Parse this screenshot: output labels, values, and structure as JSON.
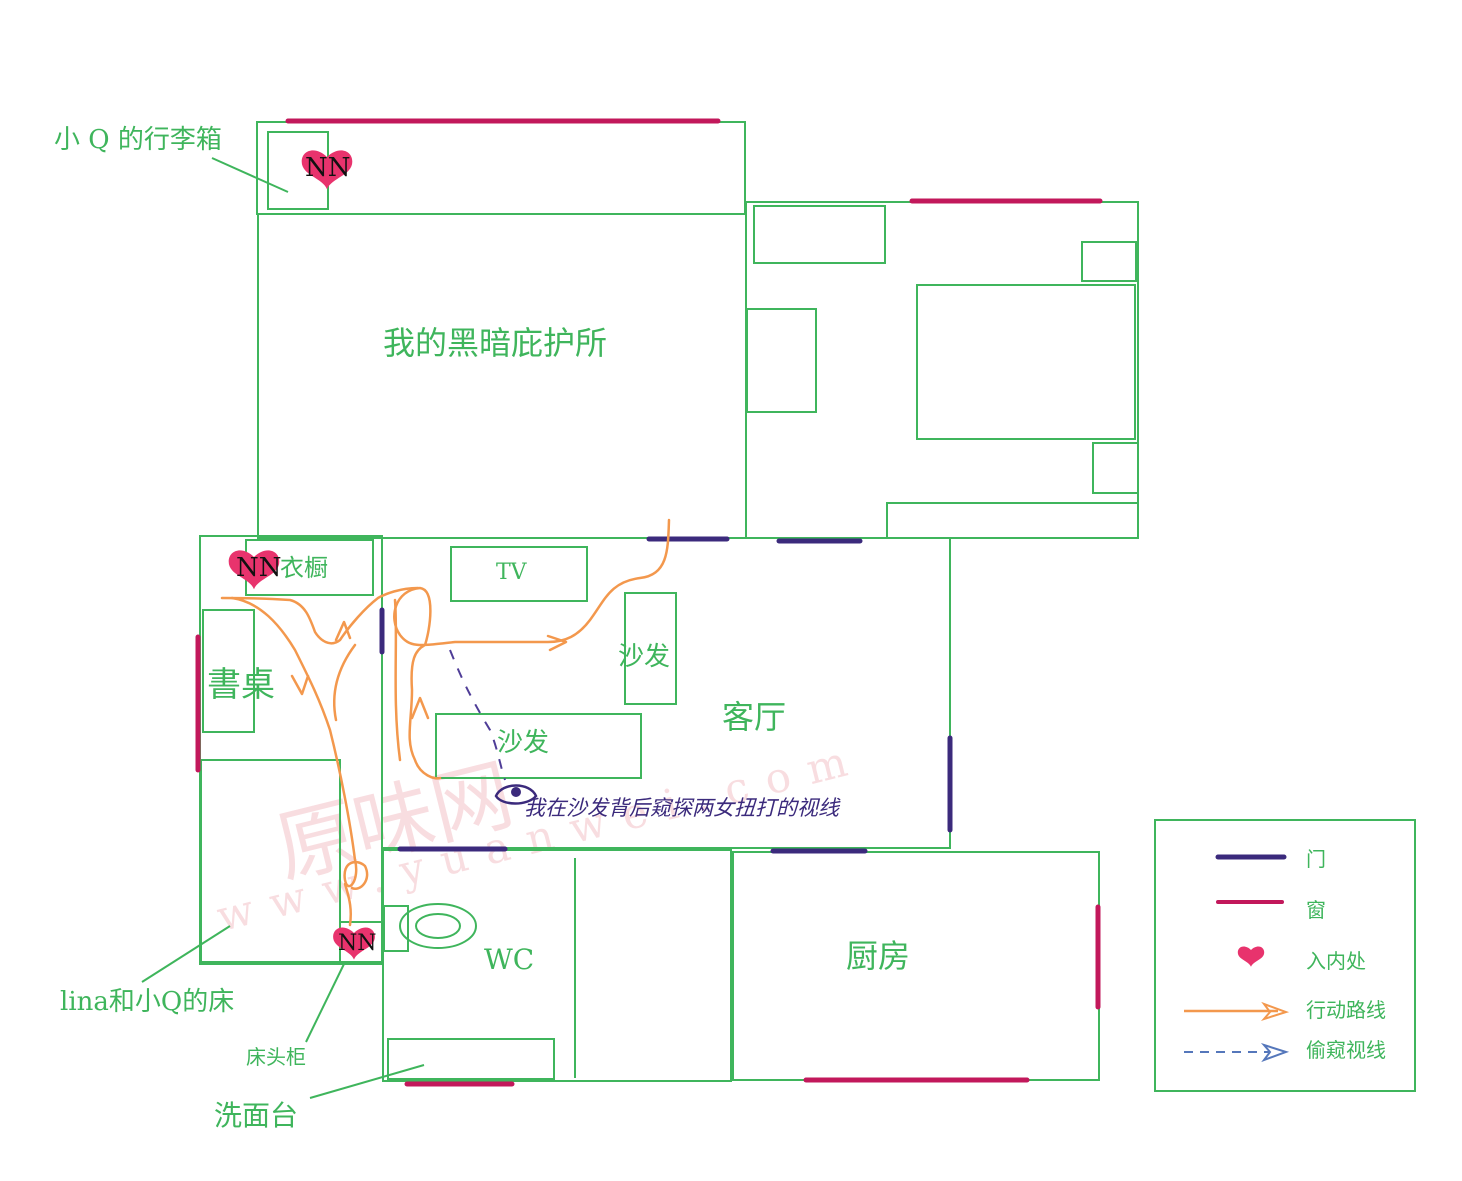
{
  "colors": {
    "wall": "#3fb55c",
    "door": "#3b2a7c",
    "window": "#c2185b",
    "heart": "#e8336d",
    "route": "#f3984d",
    "sight": "#5577bb",
    "purple_line": "#4f3d97"
  },
  "rooms": {
    "dark_shelter": "我的黑暗庇护所",
    "living_room": "客厅",
    "kitchen": "厨房",
    "wc": "WC",
    "tv": "TV",
    "sofa_right": "沙发",
    "sofa_bottom": "沙发",
    "wardrobe": "衣橱",
    "desk": "書桌"
  },
  "callouts": {
    "luggage": "小 Q 的行李箱",
    "bed": "lina和小Q的床",
    "nightstand": "床头柜",
    "washbasin": "洗面台",
    "peek_view": "我在沙发背后窥探两女扭打的视线"
  },
  "entry_marks": {
    "luggage": "NN",
    "wardrobe": "NN",
    "nightstand": "NN"
  },
  "legend": {
    "door": "门",
    "window": "窗",
    "entry": "入内处",
    "route": "行动路线",
    "peek": "偷窥视线"
  },
  "watermark": {
    "logo": "原味网",
    "url": "www.yuanwei.com"
  }
}
